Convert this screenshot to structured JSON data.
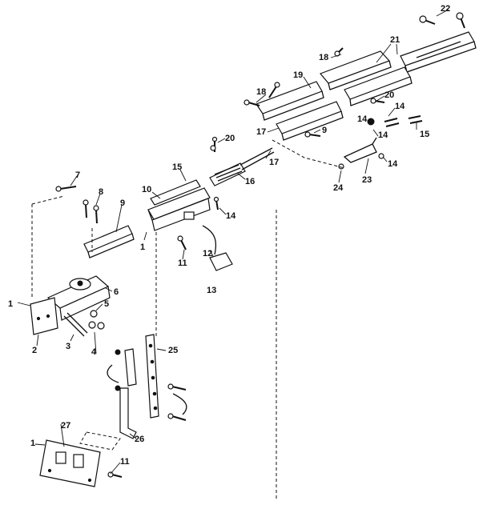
{
  "callouts": [
    "22",
    "21",
    "18",
    "19",
    "18",
    "20",
    "14",
    "15",
    "17",
    "9",
    "20",
    "14",
    "14",
    "16",
    "17",
    "15",
    "10",
    "24",
    "23",
    "14",
    "7",
    "8",
    "9",
    "14",
    "1",
    "11",
    "12",
    "13",
    "6",
    "1",
    "5",
    "2",
    "3",
    "4",
    "25",
    "27",
    "1",
    "26",
    "11"
  ]
}
